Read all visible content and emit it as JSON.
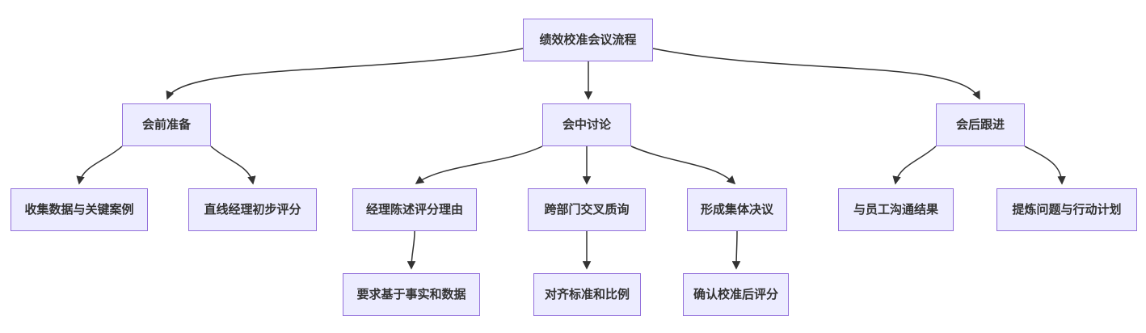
{
  "diagram": {
    "type": "flowchart",
    "direction": "top-down",
    "title": "绩效校准会议流程",
    "colors": {
      "node_fill": "#ECECFF",
      "node_border": "#9370DB",
      "edge": "#333333",
      "text": "#333333",
      "background": "#FFFFFF"
    },
    "nodes": [
      {
        "id": "root",
        "label": "绩效校准会议流程"
      },
      {
        "id": "prep",
        "label": "会前准备"
      },
      {
        "id": "discuss",
        "label": "会中讨论"
      },
      {
        "id": "follow",
        "label": "会后跟进"
      },
      {
        "id": "collect",
        "label": "收集数据与关键案例"
      },
      {
        "id": "initial",
        "label": "直线经理初步评分"
      },
      {
        "id": "present",
        "label": "经理陈述评分理由"
      },
      {
        "id": "cross",
        "label": "跨部门交叉质询"
      },
      {
        "id": "collective",
        "label": "形成集体决议"
      },
      {
        "id": "comm",
        "label": "与员工沟通结果"
      },
      {
        "id": "refine",
        "label": "提炼问题与行动计划"
      },
      {
        "id": "facts",
        "label": "要求基于事实和数据"
      },
      {
        "id": "align",
        "label": "对齐标准和比例"
      },
      {
        "id": "confirm",
        "label": "确认校准后评分"
      }
    ],
    "edges": [
      {
        "from": "绩效校准会议流程",
        "to": "会前准备"
      },
      {
        "from": "绩效校准会议流程",
        "to": "会中讨论"
      },
      {
        "from": "绩效校准会议流程",
        "to": "会后跟进"
      },
      {
        "from": "会前准备",
        "to": "收集数据与关键案例"
      },
      {
        "from": "会前准备",
        "to": "直线经理初步评分"
      },
      {
        "from": "会中讨论",
        "to": "经理陈述评分理由"
      },
      {
        "from": "会中讨论",
        "to": "跨部门交叉质询"
      },
      {
        "from": "会中讨论",
        "to": "形成集体决议"
      },
      {
        "from": "会后跟进",
        "to": "与员工沟通结果"
      },
      {
        "from": "会后跟进",
        "to": "提炼问题与行动计划"
      },
      {
        "from": "经理陈述评分理由",
        "to": "要求基于事实和数据"
      },
      {
        "from": "跨部门交叉质询",
        "to": "对齐标准和比例"
      },
      {
        "from": "形成集体决议",
        "to": "确认校准后评分"
      }
    ]
  }
}
